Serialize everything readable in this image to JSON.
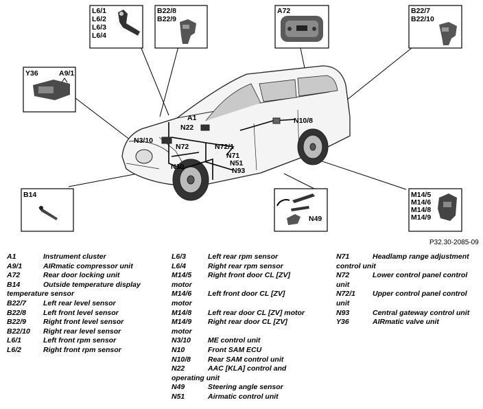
{
  "callouts": {
    "l6_1": "L6/1",
    "l6_2": "L6/2",
    "l6_3": "L6/3",
    "l6_4": "L6/4",
    "b22_8": "B22/8",
    "b22_9": "B22/9",
    "a72": "A72",
    "b22_7": "B22/7",
    "b22_10": "B22/10",
    "y36": "Y36",
    "a9_1": "A9/1",
    "b14": "B14",
    "n49": "N49",
    "m14_5": "M14/5",
    "m14_6": "M14/6",
    "m14_8": "M14/8",
    "m14_9": "M14/9",
    "a1": "A1",
    "n22": "N22",
    "n3_10": "N3/10",
    "n72": "N72",
    "n72_1": "N72/1",
    "n71": "N71",
    "n51": "N51",
    "n93": "N93",
    "n10": "N10",
    "n10_8": "N10/8"
  },
  "figure_ref": "P32.30-2085-09",
  "legend": {
    "col1": [
      {
        "code": "A1",
        "desc": "Instrument cluster"
      },
      {
        "code": "A9/1",
        "desc": "AIRmatic compressor unit"
      },
      {
        "code": "A72",
        "desc": "Rear door locking unit"
      },
      {
        "code": "B14",
        "desc": "Outside temperature display",
        "cont": "temperature sensor"
      },
      {
        "code": "B22/7",
        "desc": "Left rear level sensor"
      },
      {
        "code": "B22/8",
        "desc": "Left front level sensor"
      },
      {
        "code": "B22/9",
        "desc": "Right front level sensor"
      },
      {
        "code": "B22/10",
        "desc": "Right rear level sensor"
      },
      {
        "code": "L6/1",
        "desc": "Left front rpm sensor"
      },
      {
        "code": "L6/2",
        "desc": "Right front rpm sensor"
      }
    ],
    "col2": [
      {
        "code": "L6/3",
        "desc": "Left rear rpm sensor"
      },
      {
        "code": "L6/4",
        "desc": "Right rear rpm sensor"
      },
      {
        "code": "M14/5",
        "desc": "Right front door CL [ZV]",
        "cont": "motor"
      },
      {
        "code": "M14/6",
        "desc": "Left front door CL [ZV]",
        "cont": "motor"
      },
      {
        "code": "M14/8",
        "desc": "Left rear door CL [ZV] motor"
      },
      {
        "code": "M14/9",
        "desc": "Right rear door CL [ZV]",
        "cont": "motor"
      },
      {
        "code": "N3/10",
        "desc": "ME control unit"
      },
      {
        "code": "N10",
        "desc": "Front SAM ECU"
      },
      {
        "code": "N10/8",
        "desc": "Rear SAM control unit"
      },
      {
        "code": "N22",
        "desc": "AAC [KLA] control and",
        "cont": "operating unit"
      },
      {
        "code": "N49",
        "desc": "Steering angle sensor"
      },
      {
        "code": "N51",
        "desc": "Airmatic control unit"
      }
    ],
    "col3": [
      {
        "code": "N71",
        "desc": "Headlamp range adjustment",
        "cont": "control unit"
      },
      {
        "code": "N72",
        "desc": "Lower control panel control",
        "cont": "unit"
      },
      {
        "code": "N72/1",
        "desc": "Upper control panel control",
        "cont": "unit"
      },
      {
        "code": "N93",
        "desc": "Central gateway control unit"
      },
      {
        "code": "Y36",
        "desc": "AIRmatic valve unit"
      }
    ]
  }
}
